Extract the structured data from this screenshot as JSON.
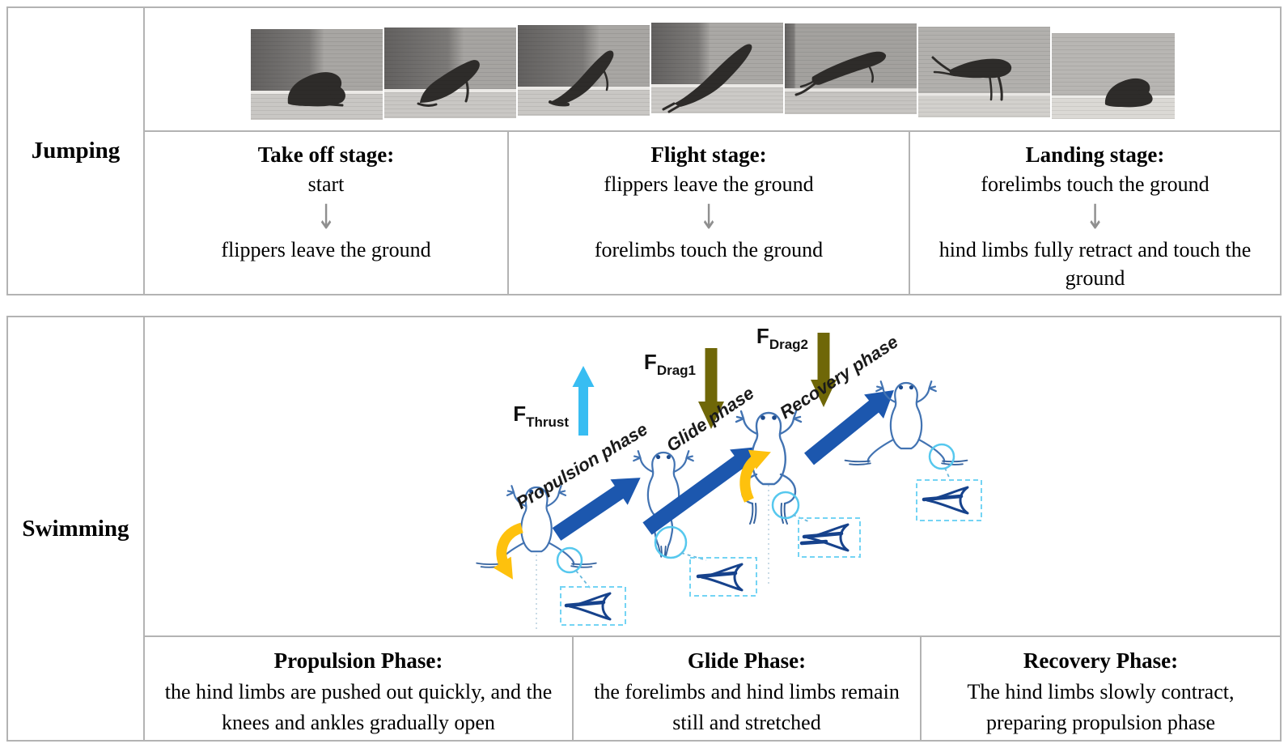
{
  "jumping": {
    "row_label": "Jumping",
    "down_arrow": "↓",
    "stages": [
      {
        "title": "Take off stage:",
        "from": "start",
        "to": "flippers leave the ground"
      },
      {
        "title": "Flight stage:",
        "from": "flippers leave the ground",
        "to": "forelimbs touch the ground"
      },
      {
        "title": "Landing stage:",
        "from": "forelimbs touch the ground",
        "to": "hind limbs fully retract and touch the ground"
      }
    ]
  },
  "swimming": {
    "row_label": "Swimming",
    "diagram": {
      "phase_labels": [
        "Propulsion phase",
        "Glide phase",
        "Recovery phase"
      ],
      "forces": [
        {
          "symbol": "F",
          "subscript": "Thrust"
        },
        {
          "symbol": "F",
          "subscript": "Drag1"
        },
        {
          "symbol": "F",
          "subscript": "Drag2"
        }
      ]
    },
    "phases": [
      {
        "title": "Propulsion Phase:",
        "description": "the hind limbs are pushed out quickly, and the knees and ankles gradually open"
      },
      {
        "title": "Glide Phase:",
        "description": "the forelimbs and hind limbs remain still and stretched"
      },
      {
        "title": "Recovery Phase:",
        "description": "The hind limbs slowly contract, preparing propulsion phase"
      }
    ]
  },
  "colors": {
    "table_border": "#b3b3b3",
    "phase_arrow_blue": "#1c57ae",
    "thrust_arrow_cyan": "#38bdf2",
    "drag_arrow_olive": "#6f6708",
    "rotation_arrow_yellow": "#fec10d",
    "frog_outline_blue": "#4273b2",
    "annotation_cyan": "#56c8ee",
    "stage_arrow_gray": "#8f8f8f"
  }
}
